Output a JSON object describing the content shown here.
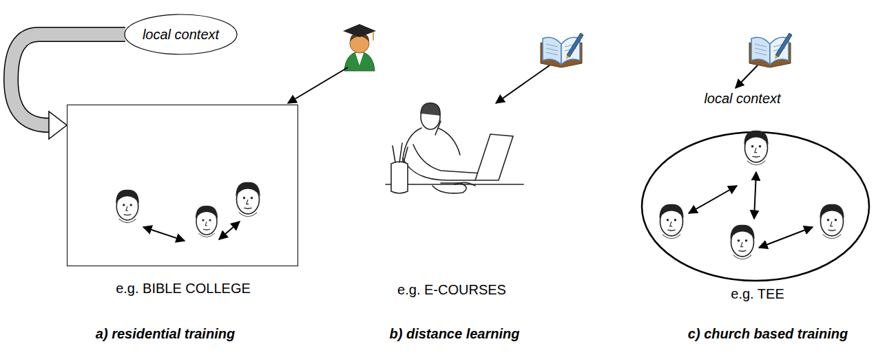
{
  "diagram": {
    "nodes": [
      {
        "text": [
          "local context"
        ]
      },
      {
        "text": [
          "e.g. BIBLE COLLEGE"
        ]
      }
    ],
    "edges": [
      {
        "from": 0,
        "to": 1,
        "arrow": "to"
      }
    ],
    "labels": [
      "e.g. E-COURSES",
      "local context",
      "e.g. TEE",
      "a) residential training",
      "b) distance learning",
      "c) church based training"
    ]
  }
}
